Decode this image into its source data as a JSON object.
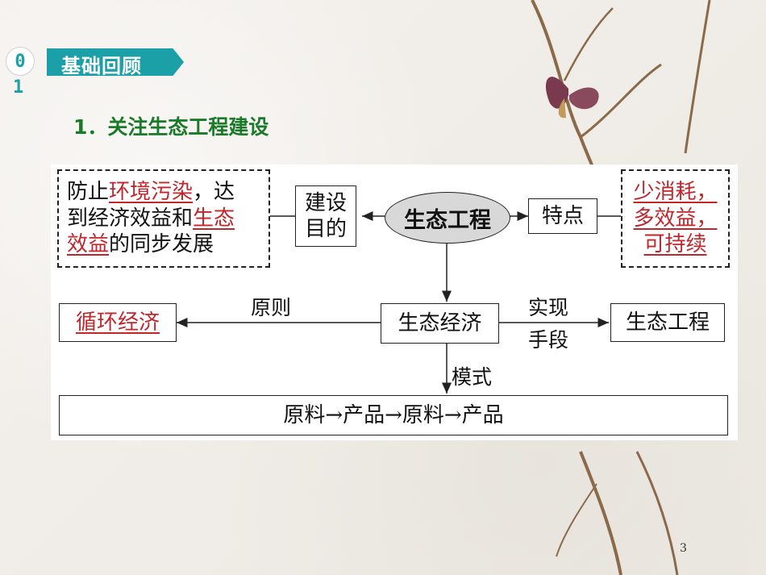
{
  "section": {
    "number_line1": "0",
    "number_line2": "1",
    "title": "基础回顾"
  },
  "subtitle": "1．关注生态工程建设",
  "diagram": {
    "left_box": {
      "line1_black": "防止",
      "line1_red": "环境污染",
      "line1_end": "，达",
      "line2_black": "到经济效益和",
      "line2_red": "生态",
      "line3_red": "效益",
      "line3_black": "的同步发展"
    },
    "goal": {
      "line1": "建设",
      "line2": "目的"
    },
    "center": "生态工程",
    "feature": "特点",
    "right_box": {
      "line1": "少消耗，",
      "line2": "多效益，",
      "line3": "可持续"
    },
    "economy": "生态经济",
    "principle_label": "原则",
    "cycle_box": "循环经济",
    "means_label": {
      "line1": "实现",
      "line2": "手段"
    },
    "eco_engineering": "生态工程",
    "mode_label": "模式",
    "chain": "原料→产品→原料→产品"
  },
  "page_number": "3",
  "colors": {
    "teal": "#1aa0a6",
    "green_title": "#1a7a2a",
    "red_text": "#c0262b"
  }
}
